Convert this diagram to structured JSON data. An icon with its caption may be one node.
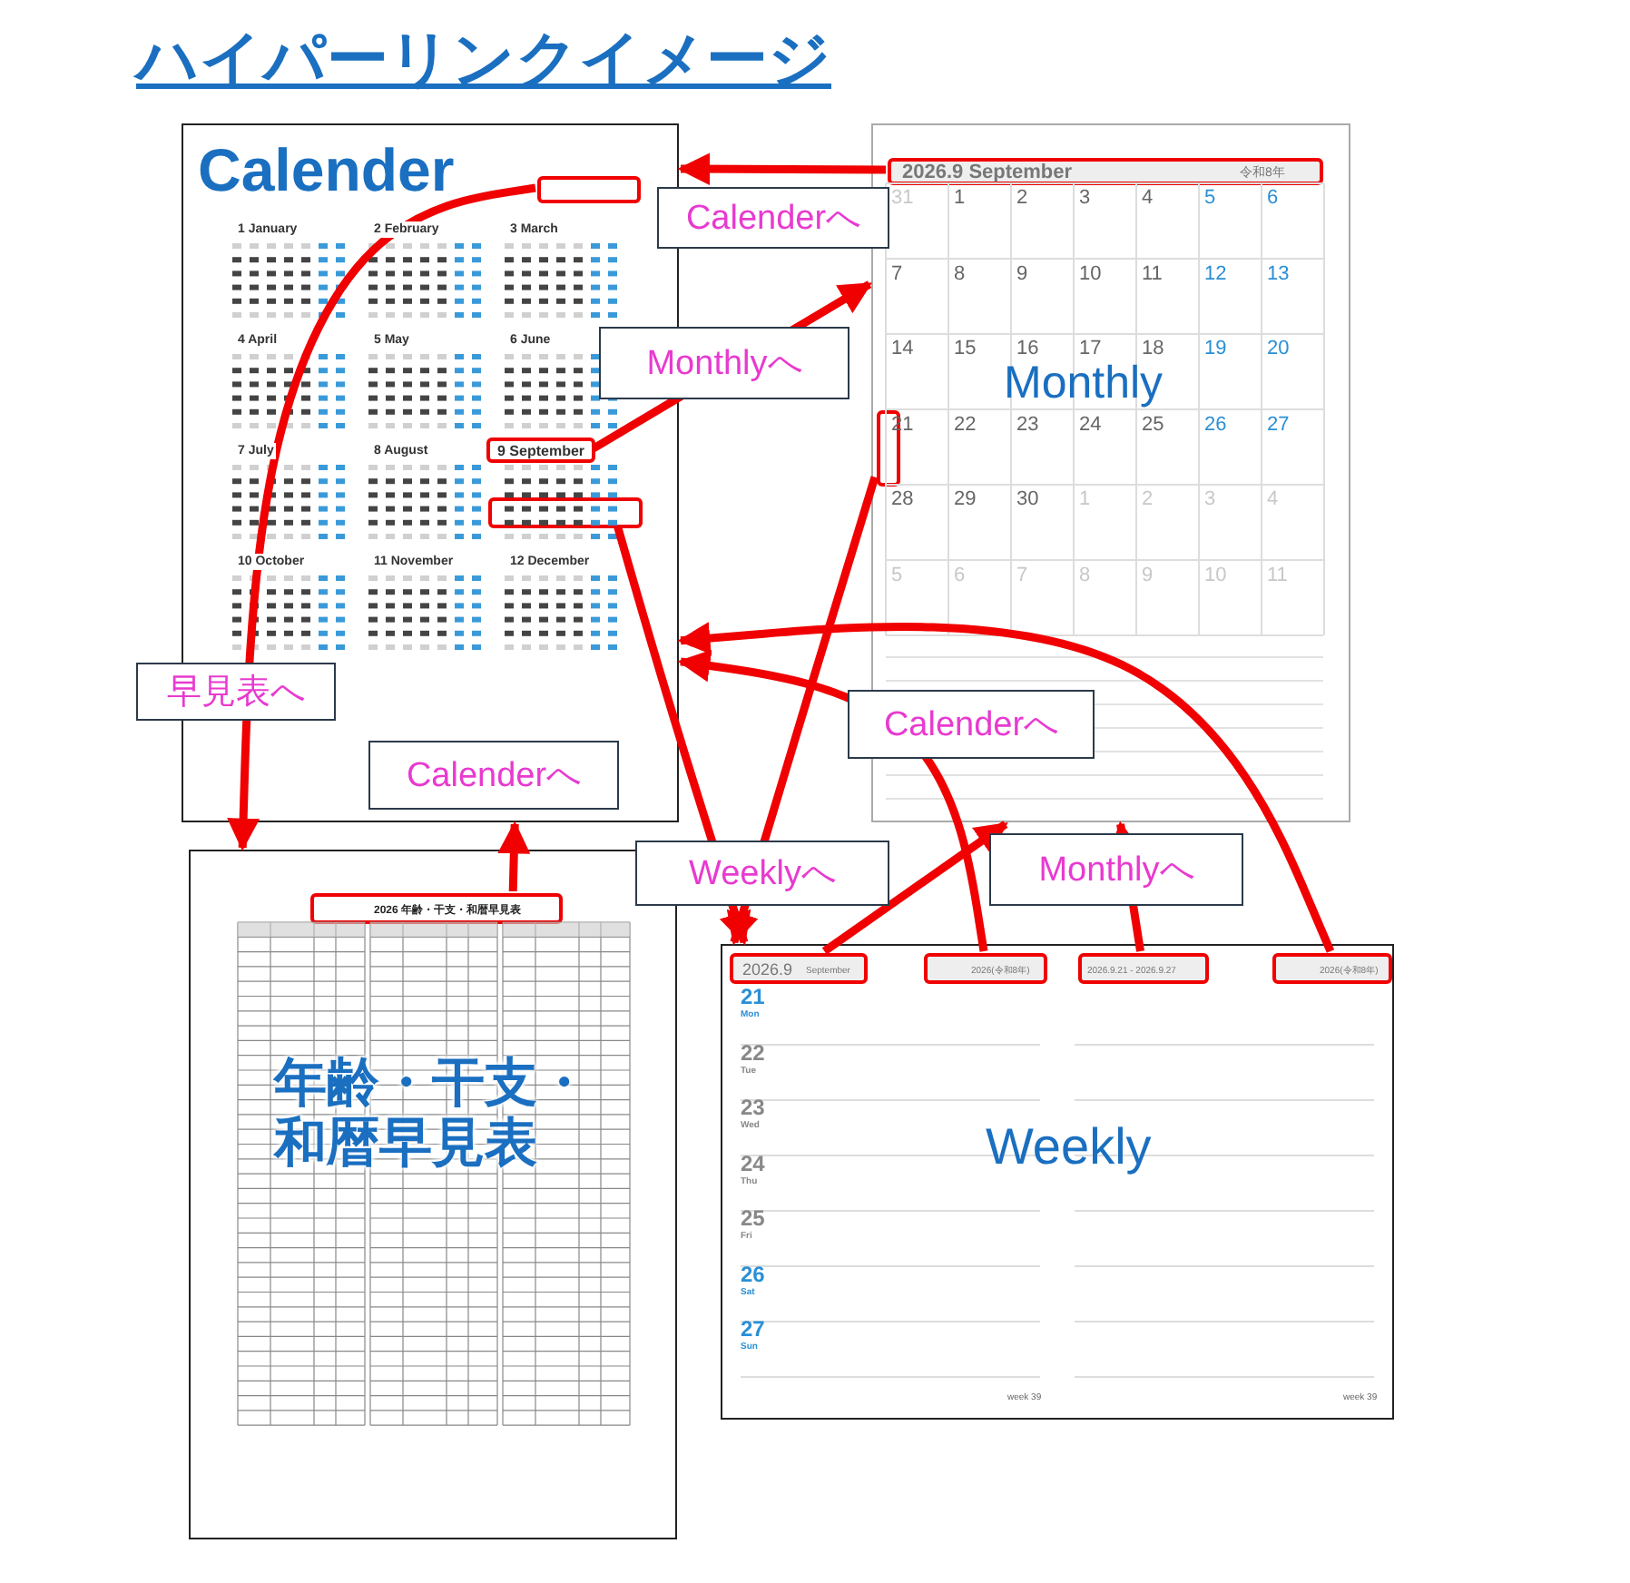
{
  "diagram": {
    "title": "ハイパーリンクイメージ",
    "nodes": [
      {
        "text": [
          "Calender"
        ]
      },
      {
        "text": [],
        "shape": "box",
        "in": 0
      },
      {
        "text": [
          "9 September"
        ],
        "in": 0
      },
      {
        "text": [],
        "shape": "box",
        "in": 0
      },
      {
        "text": [
          "Monthly"
        ]
      },
      {
        "text": [
          "2026.9 September",
          "令和8年"
        ],
        "in": 4
      },
      {
        "text": [],
        "shape": "box",
        "in": 4
      },
      {
        "text": [
          "年齢・干支・和暦早見表"
        ]
      },
      {
        "text": [
          "2026 年齢・干支・和暦早見表"
        ],
        "in": 7
      },
      {
        "text": [
          "Weekly"
        ]
      },
      {
        "text": [
          "2026.9",
          "September"
        ],
        "in": 9
      },
      {
        "text": [
          "2026(令和8年)"
        ],
        "in": 9
      },
      {
        "text": [
          "2026.9.21 - 2026.9.27"
        ],
        "in": 9
      },
      {
        "text": [
          "2026(令和8年)"
        ],
        "in": 9
      }
    ],
    "edges": [
      {
        "from": 5,
        "to": 0,
        "arrow": "to",
        "label": "Calenderへ"
      },
      {
        "from": 1,
        "to": 7,
        "arrow": "to",
        "label": "早見表へ"
      },
      {
        "from": 2,
        "to": 4,
        "arrow": "to",
        "label": "Monthlyへ"
      },
      {
        "from": 3,
        "to": 9,
        "arrow": "to",
        "label": "Weeklyへ"
      },
      {
        "from": 8,
        "to": 0,
        "arrow": "to",
        "label": "Calenderへ"
      },
      {
        "from": 6,
        "to": 9,
        "arrow": "to"
      },
      {
        "from": 10,
        "to": 4,
        "arrow": "to",
        "label": "Monthlyへ"
      },
      {
        "from": 12,
        "to": 4,
        "arrow": "to"
      },
      {
        "from": 11,
        "to": 0,
        "arrow": "to",
        "label": "Calenderへ"
      },
      {
        "from": 13,
        "to": 0,
        "arrow": "to"
      }
    ],
    "labels": [
      "1 January",
      "2 February",
      "3 March",
      "4 April",
      "5 May",
      "6 June",
      "7 July",
      "8 August",
      "10 October",
      "11 November",
      "12 December",
      "31",
      "1",
      "2",
      "3",
      "4",
      "5",
      "6",
      "7",
      "8",
      "9",
      "10",
      "11",
      "12",
      "13",
      "14",
      "15",
      "16",
      "17",
      "18",
      "19",
      "20",
      "21",
      "22",
      "23",
      "24",
      "25",
      "26",
      "27",
      "28",
      "29",
      "30",
      "1",
      "2",
      "3",
      "4",
      "5",
      "6",
      "7",
      "8",
      "9",
      "10",
      "11",
      "21",
      "Mon",
      "22",
      "Tue",
      "23",
      "Wed",
      "24",
      "Thu",
      "25",
      "Fri",
      "26",
      "Sat",
      "27",
      "Sun",
      "week 39",
      "week 39"
    ]
  }
}
